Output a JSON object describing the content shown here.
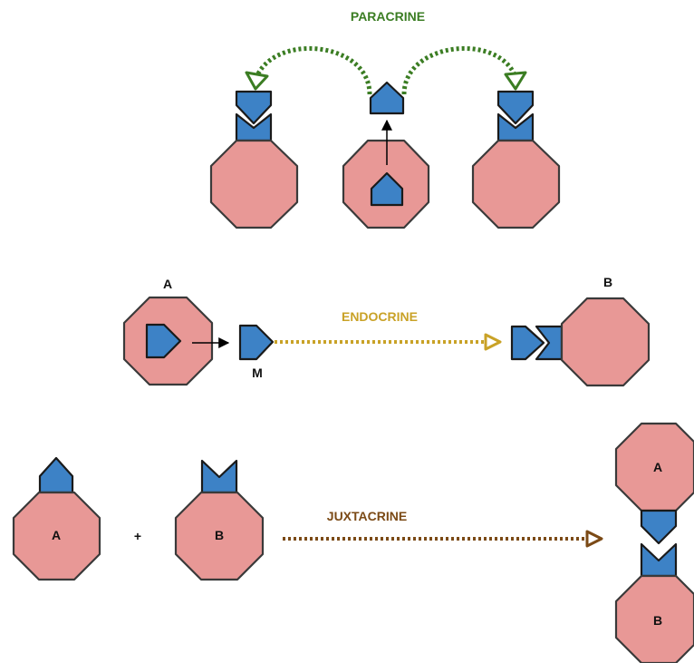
{
  "diagram": {
    "paracrine": {
      "label": "PARACRINE",
      "color": "#3b7d23"
    },
    "endocrine": {
      "label": "ENDOCRINE",
      "color": "#c9a227",
      "cell_a_label": "A",
      "cell_b_label": "B",
      "molecule_label": "M"
    },
    "juxtacrine": {
      "label": "JUXTACRINE",
      "color": "#7b4a16",
      "cell_a_label": "A",
      "plus": "+",
      "cell_b_label": "B",
      "result_a_label": "A",
      "result_b_label": "B"
    },
    "colors": {
      "cell_fill": "#e89896",
      "signal_fill": "#3d82c6"
    }
  }
}
